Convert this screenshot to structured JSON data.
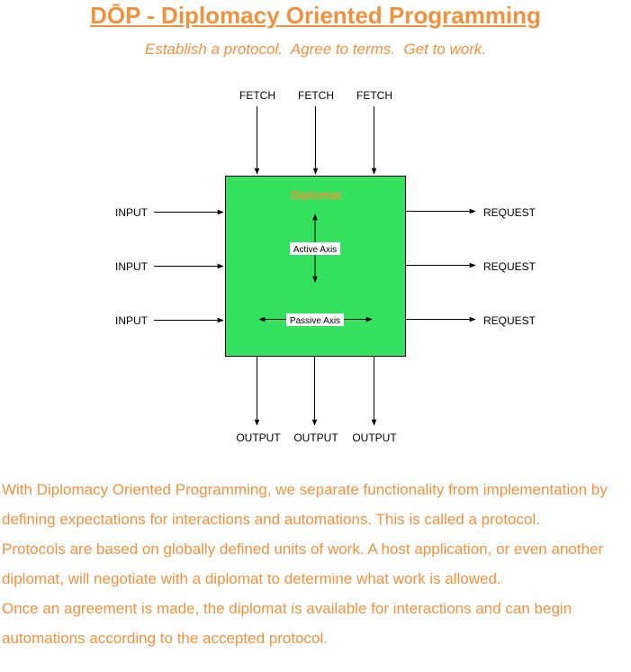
{
  "header": {
    "title": "DŌP - Diplomacy Oriented Programming",
    "subtitle": "Establish a protocol.  Agree to terms.  Get to work."
  },
  "diagram": {
    "box_label": "Diplomat",
    "active_axis_label": "Active Axis",
    "passive_axis_label": "Passive Axis",
    "fetch_labels": [
      "FETCH",
      "FETCH",
      "FETCH"
    ],
    "input_labels": [
      "INPUT",
      "INPUT",
      "INPUT"
    ],
    "request_labels": [
      "REQUEST",
      "REQUEST",
      "REQUEST"
    ],
    "output_labels": [
      "OUTPUT",
      "OUTPUT",
      "OUTPUT"
    ]
  },
  "body": {
    "paragraph": "With Diplomacy Oriented Programming, we separate functionality from implementation by defining expectations for interactions and automations.  This is called a protocol.\nProtocols are based on globally defined units of work.  A host application, or even another diplomat, will negotiate with a diplomat to determine what work is allowed.\nOnce an agreement is made, the diplomat is available for interactions and can begin automations according to the accepted protocol."
  },
  "colors": {
    "accent": "#f2913d",
    "box_fill": "#33e15f",
    "stroke": "#000000"
  }
}
